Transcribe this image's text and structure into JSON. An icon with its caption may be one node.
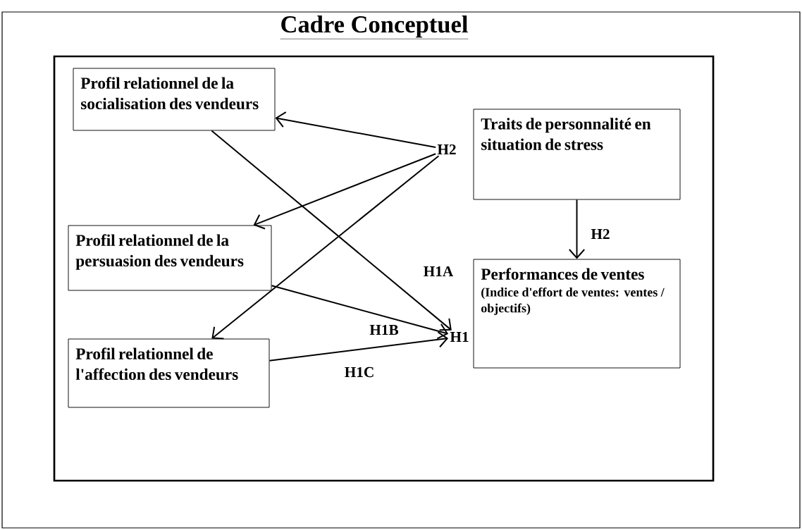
{
  "diagram": {
    "title": "Cadre Conceptuel",
    "nodes": [
      {
        "text": [],
        "shape": "box"
      },
      {
        "text": [
          "Profil relationnel de la socialisation des vendeurs"
        ],
        "in": 0
      },
      {
        "text": [
          "Profil relationnel de la persuasion des vendeurs"
        ],
        "in": 0
      },
      {
        "text": [
          "Profil relationnel de l'affection des vendeurs"
        ],
        "in": 0
      },
      {
        "text": [
          "Traits de personnalité en situation de stress"
        ],
        "in": 0
      },
      {
        "text": [
          "Performances de ventes",
          "(Indice d'effort de ventes: ventes / objectifs)"
        ],
        "in": 0
      },
      {
        "text": [
          "H2"
        ],
        "in": 0
      },
      {
        "text": [
          "H1"
        ],
        "in": 0
      }
    ],
    "edges": [
      {
        "from": 6,
        "to": 1,
        "arrow": "to"
      },
      {
        "from": 6,
        "to": 2,
        "arrow": "to"
      },
      {
        "from": 6,
        "to": 3,
        "arrow": "to"
      },
      {
        "from": 1,
        "to": 7,
        "arrow": "to",
        "label": "H1A"
      },
      {
        "from": 2,
        "to": 7,
        "arrow": "to",
        "label": "H1B"
      },
      {
        "from": 3,
        "to": 7,
        "arrow": "to",
        "label": "H1C"
      },
      {
        "from": 4,
        "to": 5,
        "arrow": "to",
        "label": "H2"
      }
    ]
  }
}
